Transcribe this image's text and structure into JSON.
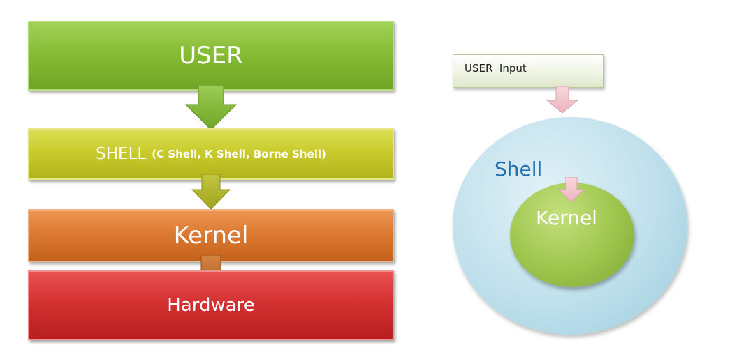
{
  "stack": {
    "user": "USER",
    "shell": "SHELL",
    "shell_types": "(C Shell, K Shell, Borne Shell)",
    "kernel": "Kernel",
    "hardware": "Hardware"
  },
  "rings": {
    "input": "USER  Input",
    "shell": "Shell",
    "kernel": "Kernel"
  },
  "colors": {
    "user": "#86bd35",
    "shell": "#c9cb2d",
    "kernel": "#dd7a33",
    "hardware": "#d43131",
    "outer_ring": "#bfe0ec",
    "inner_ring": "#9dc54c",
    "pink_arrow": "#f2c4cc"
  },
  "icons": [
    "arrow-down-icon"
  ]
}
